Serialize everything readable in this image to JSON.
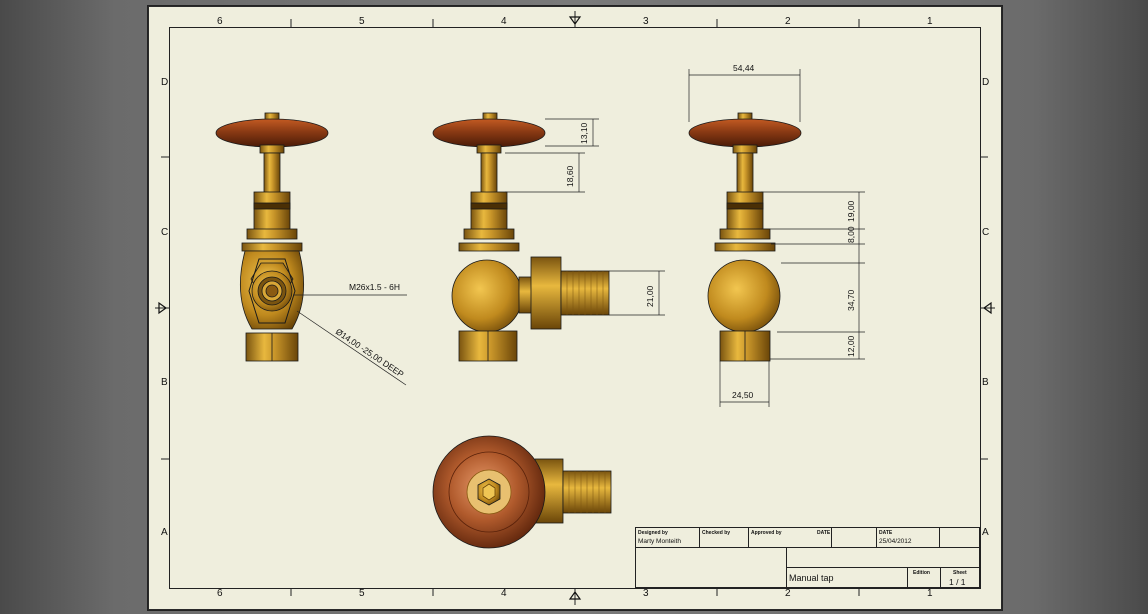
{
  "sheet": {
    "col_labels": [
      "6",
      "5",
      "4",
      "3",
      "2",
      "1"
    ],
    "row_labels": [
      "D",
      "C",
      "B",
      "A"
    ]
  },
  "views": {
    "left_callout_thread": "M26x1.5 - 6H",
    "left_callout_hole": "Ø14,00 -25,00 DEEP",
    "front_dim_cap": "13,10",
    "front_dim_stem": "18,60",
    "front_dim_outlet": "21,00",
    "right_dim_width": "54,44",
    "right_dim_a": "19,00",
    "right_dim_b": "8,00",
    "right_dim_body": "34,70",
    "right_dim_base": "12,00",
    "right_dim_base_width": "24,50"
  },
  "title_block": {
    "designed_by_label": "Designed by",
    "designed_by": "Marty Monteith",
    "checked_by_label": "Checked by",
    "approved_by_label": "Approved by",
    "date_label_1": "DATE",
    "date_label_2": "DATE",
    "date": "25/04/2012",
    "title": "Manual tap",
    "edition_label": "Edition",
    "sheet_label": "Sheet",
    "sheet_value": "1 / 1"
  },
  "colors": {
    "paper": "#efeedd",
    "brass": "#c9962a",
    "wood": "#8a3a14"
  }
}
